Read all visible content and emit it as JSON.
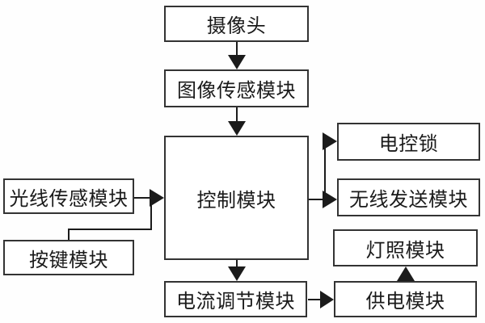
{
  "diagram": {
    "type": "block-diagram",
    "background_color": "#fefefe",
    "line_color": "#1b1b1b",
    "box_border_color": "#333333",
    "text_color": "#1a1a1a",
    "nodes": {
      "camera": {
        "label": "摄像头"
      },
      "image_sensor": {
        "label": "图像传感模块"
      },
      "control": {
        "label": "控制模块"
      },
      "light_sensor": {
        "label": "光线传感模块"
      },
      "key_module": {
        "label": "按键模块"
      },
      "electric_lock": {
        "label": "电控锁"
      },
      "wireless_send": {
        "label": "无线发送模块"
      },
      "lighting": {
        "label": "灯照模块"
      },
      "current_regulator": {
        "label": "电流调节模块"
      },
      "power_supply": {
        "label": "供电模块"
      }
    },
    "edges": [
      {
        "from": "摄像头",
        "to": "图像传感模块",
        "direction": "down"
      },
      {
        "from": "图像传感模块",
        "to": "控制模块",
        "direction": "down"
      },
      {
        "from": "光线传感模块",
        "to": "控制模块",
        "direction": "right"
      },
      {
        "from": "按键模块",
        "to": "控制模块",
        "direction": "up-right",
        "note": "joins the light-sensor arrow"
      },
      {
        "from": "控制模块",
        "to": "电控锁",
        "direction": "up-right"
      },
      {
        "from": "控制模块",
        "to": "无线发送模块",
        "direction": "right"
      },
      {
        "from": "控制模块",
        "to": "电流调节模块",
        "direction": "down"
      },
      {
        "from": "电流调节模块",
        "to": "供电模块",
        "direction": "right"
      },
      {
        "from": "供电模块",
        "to": "灯照模块",
        "direction": "up"
      }
    ]
  }
}
